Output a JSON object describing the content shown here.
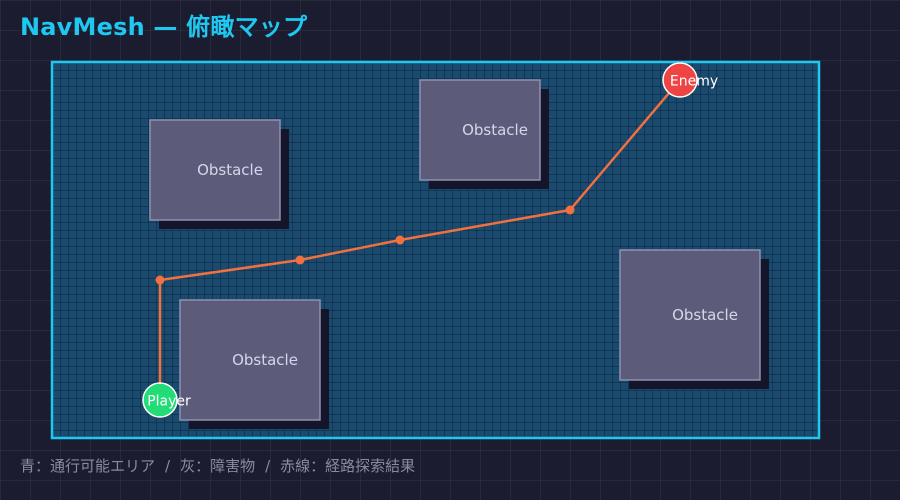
{
  "page_title": "NavMesh — 俯瞰マップ",
  "obstacle_label": "Obstacle",
  "markers": {
    "player_label": "Player",
    "enemy_label": "Enemy"
  },
  "legend": {
    "walkable": "青：通行可能エリア",
    "obstacle": "灰：障害物",
    "path": "赤線：経路探索結果",
    "separator": "/"
  },
  "colors": {
    "background": "#1c1c30",
    "navmesh_fill": "#1a4a6e",
    "navmesh_grid": "#0d2a45",
    "navmesh_border": "#1ec8f0",
    "obstacle_fill": "#5c5c7a",
    "obstacle_border": "#9090b0",
    "obstacle_shadow": "#14142a",
    "path": "#f07040",
    "player": "#22dd77",
    "enemy": "#ee4444",
    "title": "#1ec8f0"
  }
}
